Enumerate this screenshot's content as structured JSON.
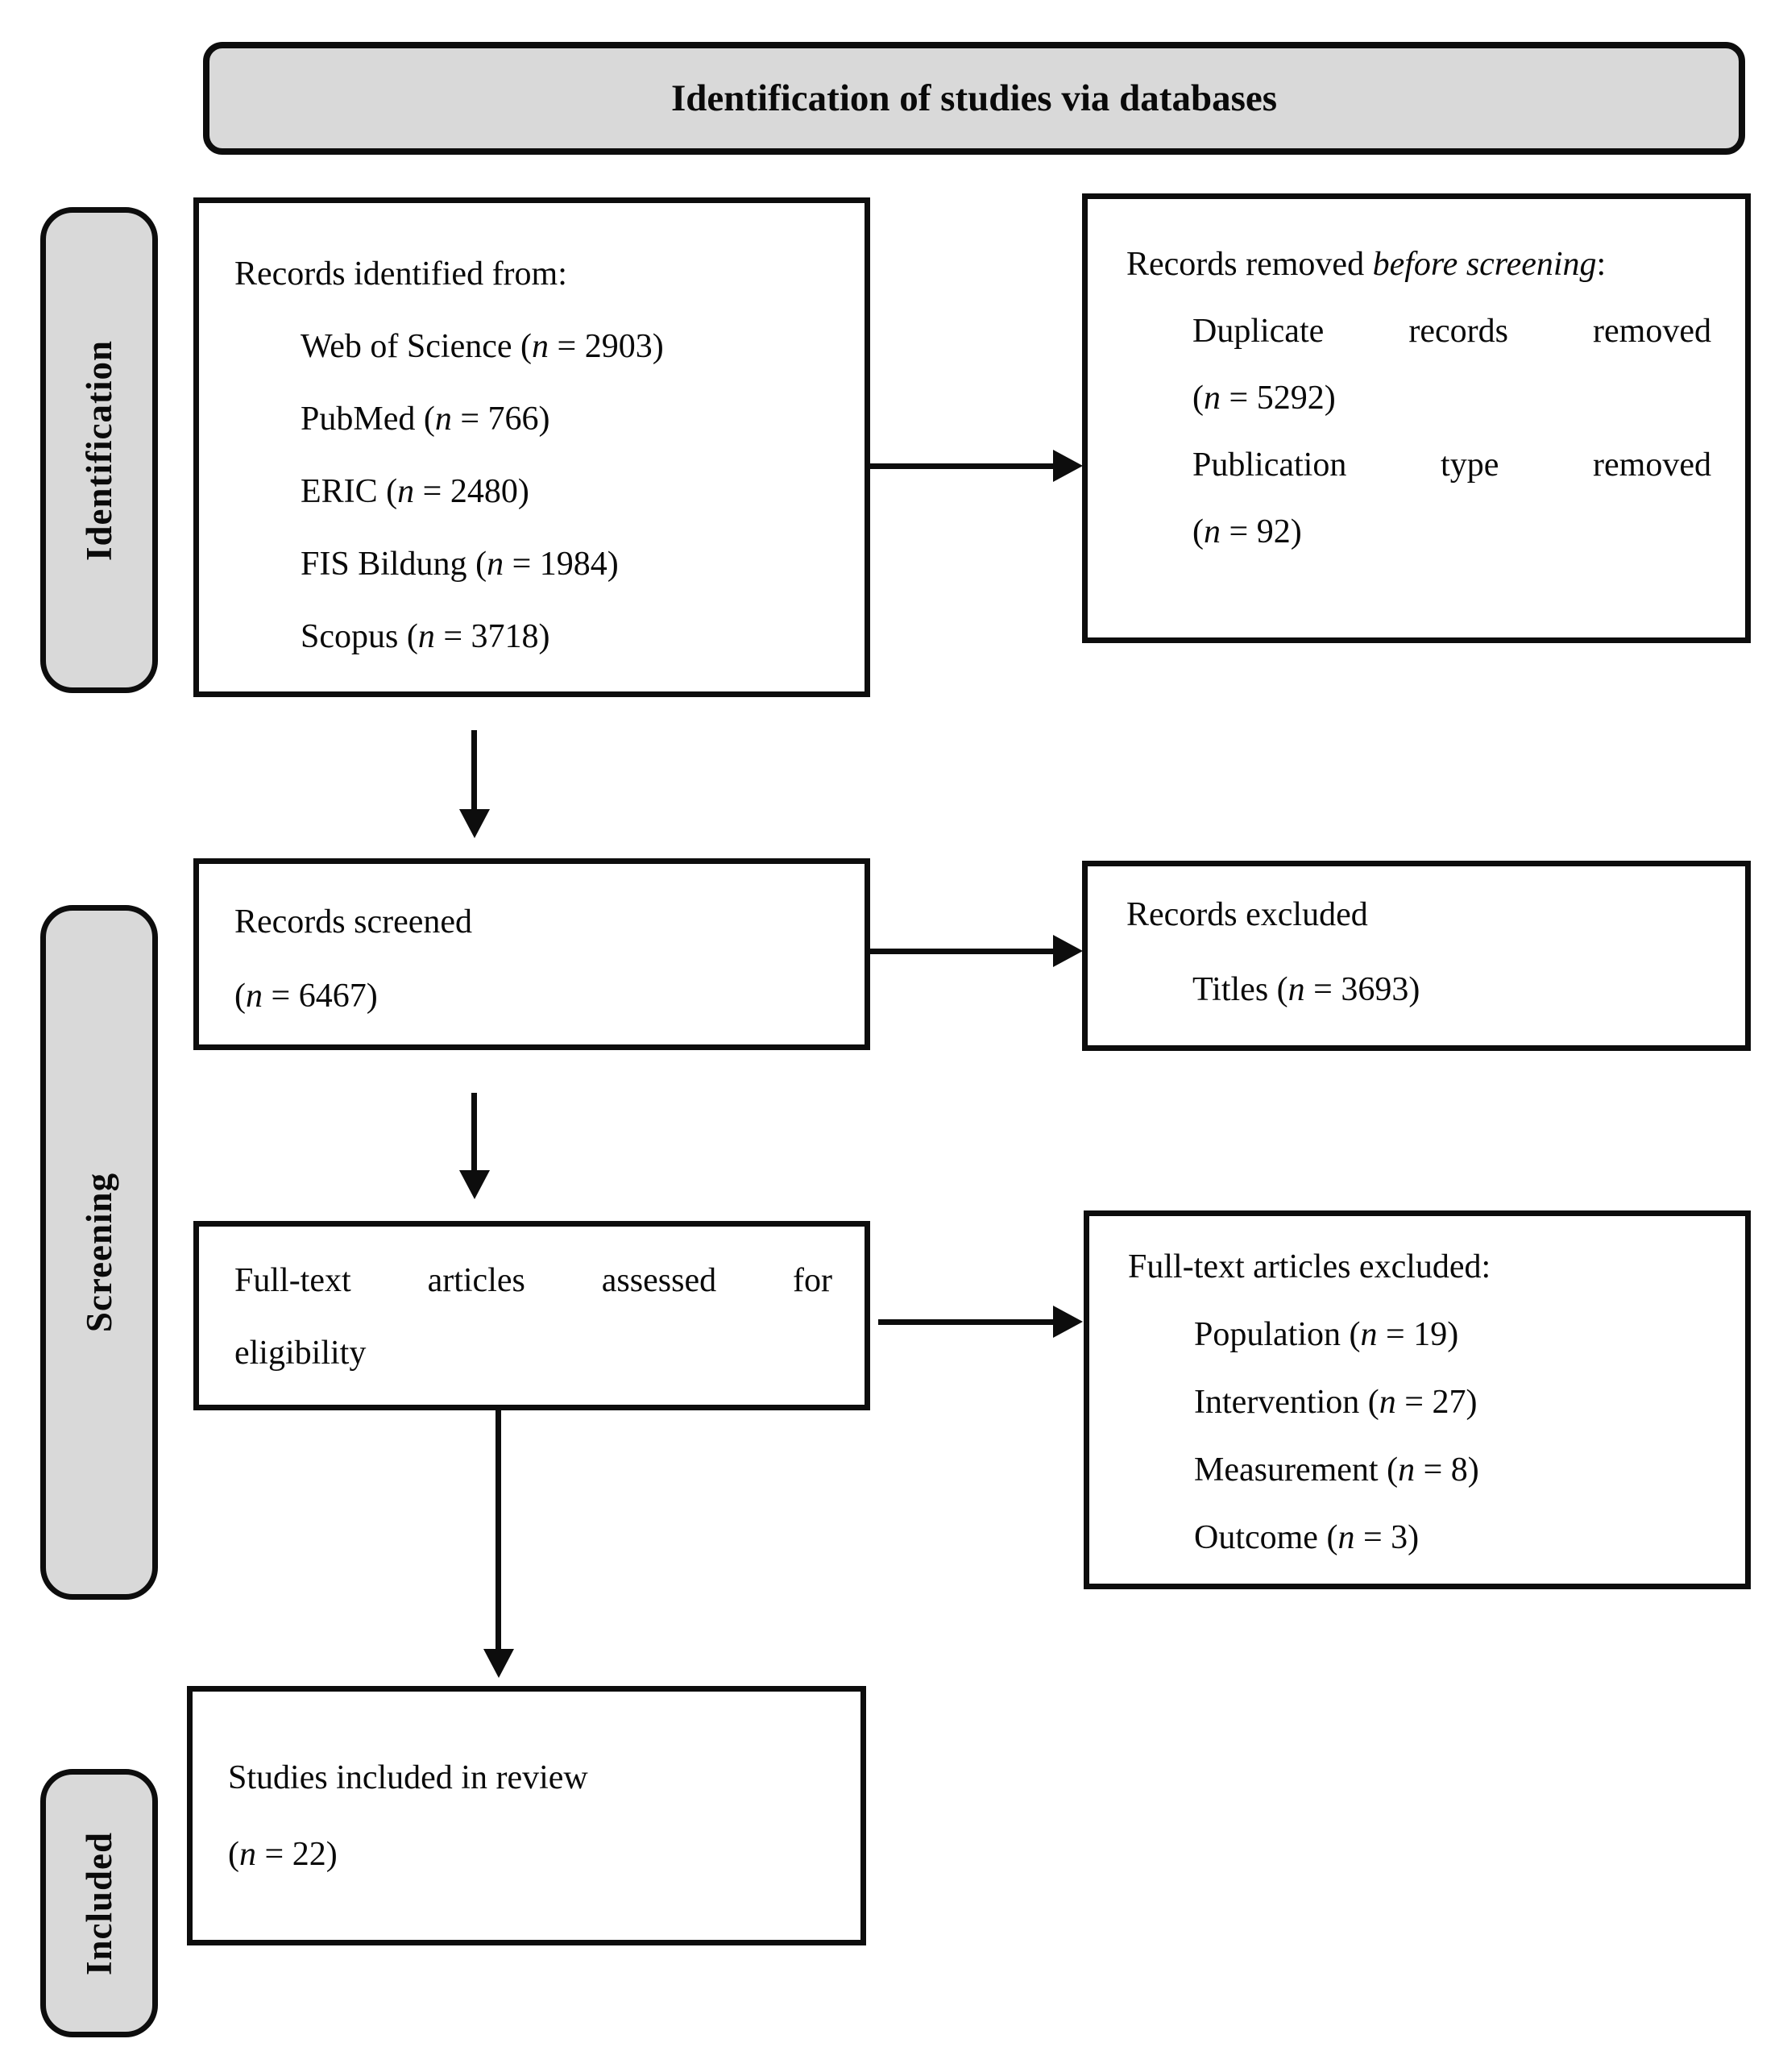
{
  "notation": {
    "n": "n",
    "sp_open": " (",
    "open": "(",
    "eq": " = ",
    "close": ")"
  },
  "title": {
    "text": "Identification of studies via databases"
  },
  "sidebar": {
    "stages": [
      {
        "label": "Identification"
      },
      {
        "label": "Screening"
      },
      {
        "label": "Included"
      }
    ]
  },
  "boxes": {
    "identified": {
      "heading": "Records identified from:",
      "items": [
        {
          "label": "Web of Science",
          "count": "2903"
        },
        {
          "label": "PubMed",
          "count": "766"
        },
        {
          "label": "ERIC",
          "count": "2480"
        },
        {
          "label": "FIS Bildung",
          "count": "1984"
        },
        {
          "label": "Scopus",
          "count": "3718"
        }
      ]
    },
    "removed": {
      "heading_pre": "Records removed ",
      "heading_italic": "before screening",
      "heading_post": ":",
      "items": [
        {
          "text": "Duplicate records removed",
          "count": "5292"
        },
        {
          "text": "Publication type removed",
          "count": "92"
        }
      ]
    },
    "screened": {
      "heading": "Records screened",
      "count": "6467"
    },
    "excluded": {
      "heading": "Records excluded",
      "item": {
        "label": "Titles",
        "count": "3693"
      }
    },
    "fulltext": {
      "line1": "Full-text articles assessed for",
      "line2": "eligibility"
    },
    "fulltext_excluded": {
      "heading": "Full-text articles excluded:",
      "items": [
        {
          "label": "Population",
          "count": "19"
        },
        {
          "label": "Intervention",
          "count": "27"
        },
        {
          "label": "Measurement",
          "count": "8"
        },
        {
          "label": "Outcome",
          "count": "3"
        }
      ]
    },
    "included_review": {
      "heading": "Studies included in review",
      "count": "22"
    }
  },
  "colors": {
    "box_fill": "#ffffff",
    "label_fill": "#d9d9d9",
    "border": "#0d0d0d",
    "arrow": "#0d0d0d"
  }
}
